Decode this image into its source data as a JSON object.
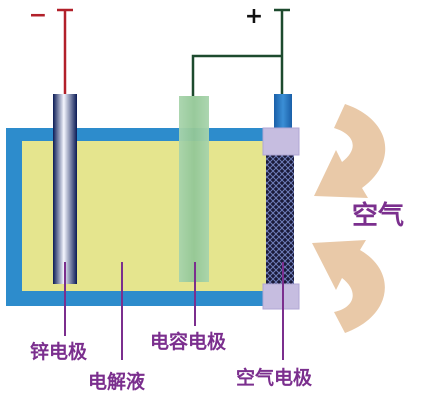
{
  "terminals": {
    "negative": "−",
    "positive": "+"
  },
  "labels": {
    "zinc_electrode": "锌电极",
    "electrolyte": "电解液",
    "capacitor_electrode": "电容电极",
    "air_electrode": "空气电极",
    "air": "空气"
  },
  "colors": {
    "container": "#2d8ccc",
    "electrolyte": "#e5e58e",
    "negative_wire": "#b2202a",
    "positive_wire": "#1d4a2e",
    "zinc_rod": "#0c1e5e",
    "capacitor_rod": "#8ec28e",
    "air_electrode_mesh": "#1a1a3a",
    "membrane": "#c6bde0",
    "leader_line": "#7b2f8e",
    "label_text": "#7b2f8e",
    "air_arrow": "#e9c9a8"
  }
}
